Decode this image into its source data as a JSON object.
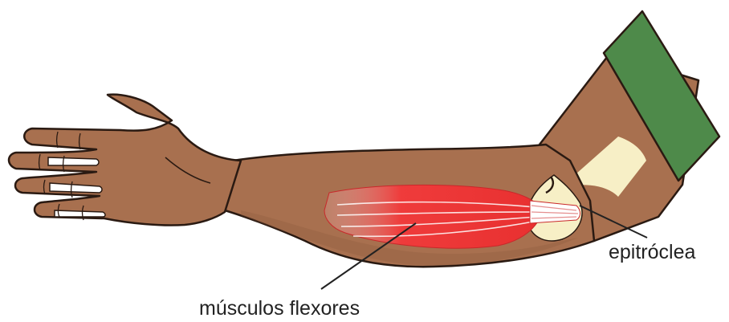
{
  "labels": {
    "epitrochlea": "epitróclea",
    "flexor_muscles": "músculos flexores"
  },
  "colors": {
    "skin": "#a8704f",
    "skin_shade": "#8f5d40",
    "outline": "#2a1a12",
    "sleeve": "#4e8a4a",
    "bone": "#f7efc6",
    "muscle": "#ef3b3b",
    "muscle_light": "#f5a8a8",
    "tendon": "#ffffff",
    "text": "#222222",
    "background": "#ffffff"
  },
  "icons": {
    "sleeve": "sleeve-cuff",
    "bone": "humerus-epitrochlea",
    "muscle": "flexor-muscle-group"
  }
}
